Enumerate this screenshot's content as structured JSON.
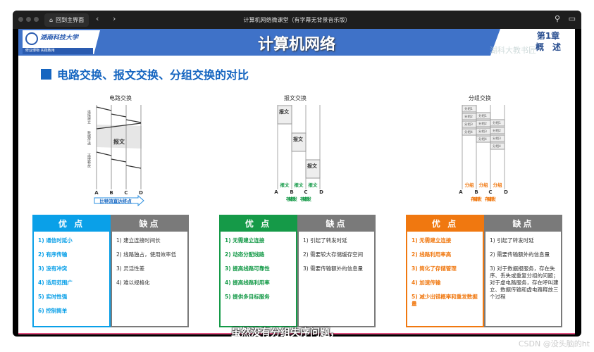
{
  "window": {
    "home_label": "回到主界面",
    "title": "计算机网络微课堂（有字幕无背景音乐版）"
  },
  "header": {
    "school_name": "湖南科技大学",
    "school_motto": "修业博物 实践致用",
    "title": "计算机网络",
    "chapter": "第1章",
    "chapter_title": "概　述",
    "watermark": "湖科大教书匠"
  },
  "slide": {
    "subtitle": "电路交换、报文交换、分组交换的对比"
  },
  "diagrams": {
    "circuit": {
      "title": "电路交换",
      "phases": [
        "连接建立",
        "数据传送",
        "连接释放"
      ],
      "message": "报文",
      "nodes": [
        "A",
        "B",
        "C",
        "D"
      ],
      "banner": "比特流直达终点"
    },
    "message": {
      "title": "报文交换",
      "message": "报文",
      "hop_label": "报文",
      "forward_label": "存储转发",
      "nodes": [
        "A",
        "B",
        "C",
        "D"
      ]
    },
    "packet": {
      "title": "分组交换",
      "packets": [
        "分组1",
        "分组2",
        "分组3",
        "分组4"
      ],
      "hop_label": "分组",
      "forward_label": "存储转发",
      "nodes": [
        "A",
        "B",
        "C",
        "D"
      ]
    }
  },
  "tables": [
    {
      "color": "#0aa0e8",
      "pros_title": "优 点",
      "cons_title": "缺点",
      "pros": [
        "1) 通信时延小",
        "2) 有序传输",
        "3) 没有冲突",
        "4) 适用范围广",
        "5) 实时性强",
        "6) 控制简单"
      ],
      "cons": [
        "1) 建立连接时间长",
        "2) 线路独占，使用效率低",
        "3) 灵活性差",
        "4) 难以规格化"
      ]
    },
    {
      "color": "#159a48",
      "pros_title": "优 点",
      "cons_title": "缺点",
      "pros": [
        "1) 无需建立连接",
        "2) 动态分配线路",
        "3) 提高线路可靠性",
        "4) 提高线路利用率",
        "5) 提供多目标服务"
      ],
      "cons": [
        "1) 引起了转发时延",
        "2) 需要较大存储缓存空间",
        "3) 需要传输额外的信息量"
      ]
    },
    {
      "color": "#f07810",
      "pros_title": "优 点",
      "cons_title": "缺点",
      "pros": [
        "1) 无需建立连接",
        "2) 线路利用率高",
        "3) 简化了存储管理",
        "4) 加速传输",
        "5) 减少出错概率和重发数据量"
      ],
      "cons": [
        "1) 引起了转发时延",
        "2) 需要传输额外的信息量",
        "3) 对于数据报服务，存在失序、丢失或重复分组的问题；对于虚电路服务，存在呼叫建立、数据传输和虚电路释放三个过程"
      ]
    }
  ],
  "subtitle_caption": "虽然没有分组失序问题，",
  "watermark": "CSDN @没头脑的ht",
  "colors": {
    "header_blue": "#3f72c8",
    "title_blue": "#1565c0",
    "cons_gray": "#7a7a7a"
  }
}
